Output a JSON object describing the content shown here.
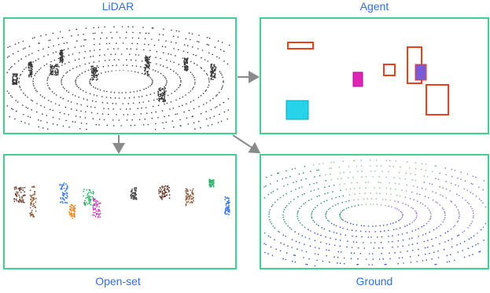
{
  "labels": {
    "lidar": "LiDAR",
    "agent": "Agent",
    "open_set": "Open-set",
    "ground": "Ground"
  },
  "colors": {
    "frame": "#3fd08f",
    "label": "#2f6fd6",
    "arrow": "#8a8a8a",
    "lidar_points": "#3a3a3a",
    "agent_box": "#e8401c",
    "agent_cyan": "#27d3e8",
    "agent_magenta": "#e024b8"
  },
  "icons": {
    "arrow_right": "arrow-right-icon",
    "arrow_down": "arrow-down-icon",
    "arrow_diagonal": "arrow-diagonal-icon"
  }
}
